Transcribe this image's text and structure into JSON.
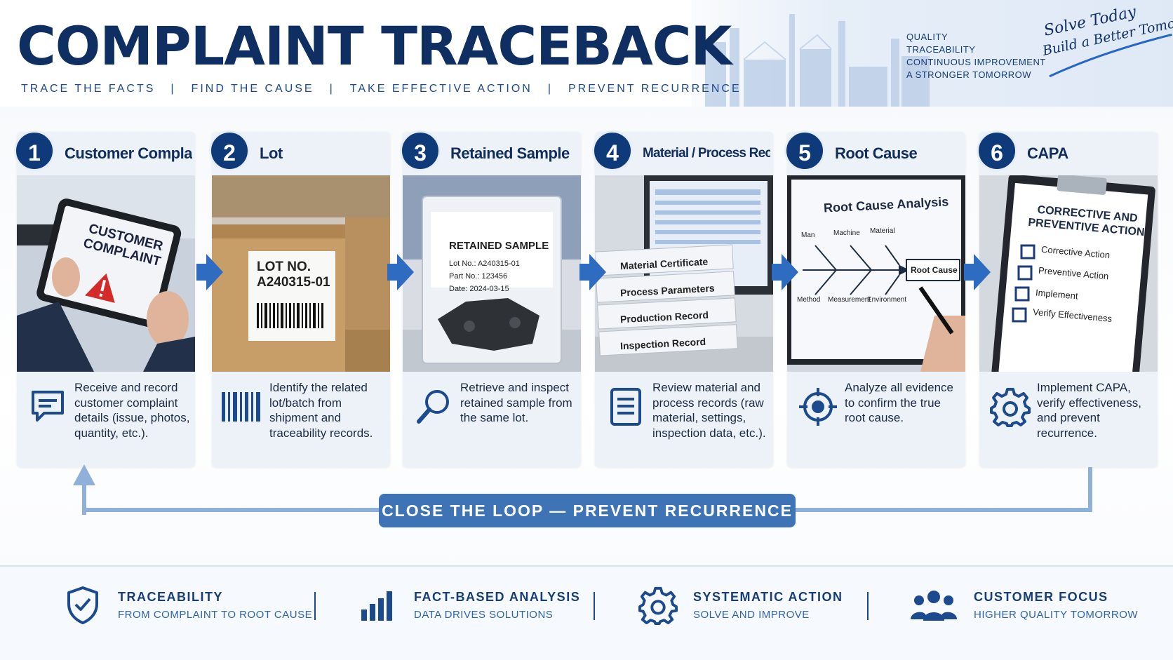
{
  "header": {
    "title": "COMPLAINT TRACEBACK",
    "taglines": [
      "TRACE THE FACTS",
      "FIND THE CAUSE",
      "TAKE EFFECTIVE ACTION",
      "PREVENT RECURRENCE"
    ],
    "keywords": [
      "QUALITY",
      "TRACEABILITY",
      "CONTINUOUS IMPROVEMENT",
      "A STRONGER TOMORROW"
    ],
    "slogan_line1": "Solve Today",
    "slogan_line2": "Build a Better Tomorrow"
  },
  "steps": [
    {
      "number": "1",
      "title": "Customer Complaint",
      "description": "Receive and record customer complaint details (issue, photos, quantity, etc.).",
      "icon": "chat-icon"
    },
    {
      "number": "2",
      "title": "Lot",
      "description": "Identify the related lot/batch from shipment and traceability records.",
      "icon": "barcode-icon"
    },
    {
      "number": "3",
      "title": "Retained Sample",
      "description": "Retrieve and inspect retained sample from the same lot.",
      "icon": "magnifier-icon"
    },
    {
      "number": "4",
      "title": "Material / Process Record",
      "description": "Review material and process records (raw material, settings, inspection data, etc.).",
      "icon": "document-icon"
    },
    {
      "number": "5",
      "title": "Root Cause",
      "description": "Analyze all evidence to confirm the true root cause.",
      "icon": "target-icon"
    },
    {
      "number": "6",
      "title": "CAPA",
      "description": "Implement CAPA, verify effectiveness, and prevent recurrence.",
      "icon": "gear-icon"
    }
  ],
  "photos": {
    "tablet": {
      "line1": "CUSTOMER",
      "line2": "COMPLAINT"
    },
    "box": {
      "line1": "LOT NO.",
      "line2": "A240315-01"
    },
    "sample": {
      "title": "RETAINED SAMPLE",
      "lot": "Lot No.:  A240315-01",
      "part": "Part No.:  123456",
      "date": "Date:     2024-03-15"
    },
    "records": [
      "Material Certificate",
      "Process Parameters",
      "Production Record",
      "Inspection Record"
    ],
    "fishbone": {
      "title": "Root Cause Analysis",
      "top": [
        "Man",
        "Machine",
        "Material"
      ],
      "bottom": [
        "Method",
        "Measurement",
        "Environment"
      ],
      "head": "Root Cause"
    },
    "capa": {
      "title1": "CORRECTIVE AND",
      "title2": "PREVENTIVE ACTION",
      "items": [
        "Corrective Action",
        "Preventive Action",
        "Implement",
        "Verify Effectiveness"
      ]
    }
  },
  "loop": {
    "label": "CLOSE THE LOOP  —  PREVENT RECURRENCE"
  },
  "footer": [
    {
      "title": "TRACEABILITY",
      "subtitle": "FROM COMPLAINT TO ROOT CAUSE",
      "icon": "shield-check-icon"
    },
    {
      "title": "FACT-BASED ANALYSIS",
      "subtitle": "DATA DRIVES SOLUTIONS",
      "icon": "bar-chart-icon"
    },
    {
      "title": "SYSTEMATIC ACTION",
      "subtitle": "SOLVE AND IMPROVE",
      "icon": "gear-icon"
    },
    {
      "title": "CUSTOMER FOCUS",
      "subtitle": "HIGHER QUALITY TOMORROW",
      "icon": "people-icon"
    }
  ],
  "colors": {
    "navy": "#0f2f63",
    "accent": "#1b4a8f",
    "loop": "#3e74b6",
    "card": "#edf2f9"
  }
}
